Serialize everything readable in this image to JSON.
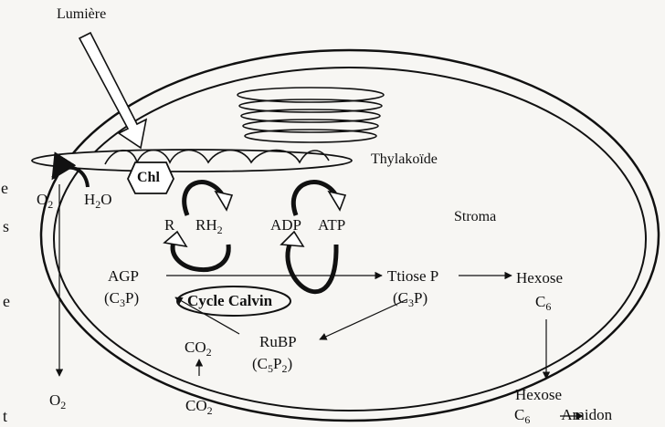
{
  "labels": {
    "lumiere": "Lumière",
    "thylakoide": "Thylakoïde",
    "stroma": "Stroma",
    "chl": "Chl",
    "o2_top": "O",
    "o2_top_sub": "2",
    "h2o_h": "H",
    "h2o_sub": "2",
    "h2o_o": "O",
    "r": "R",
    "rh2": "RH",
    "rh2_sub": "2",
    "adp": "ADP",
    "atp": "ATP",
    "agp": "AGP",
    "agp_c3p": "(C",
    "agp_c3p_sub": "3",
    "agp_c3p_end": "P)",
    "cycle_calvin": "Cycle Calvin",
    "triose": "Ttiose P",
    "triose_c3p": "(C",
    "triose_c3p_sub": "3",
    "triose_c3p_end": "P)",
    "hexose1": "Hexose",
    "c6_1": "C",
    "c6_1_sub": "6",
    "co2_in": "CO",
    "co2_in_sub": "2",
    "rubp": "RuBP",
    "rubp_c5p2": "(C",
    "rubp_c5p2_sub": "5",
    "rubp_c5p2_p": "P",
    "rubp_c5p2_sub2": "2",
    "rubp_c5p2_end": ")",
    "o2_bottom": "O",
    "o2_bottom_sub": "2",
    "co2_out": "CO",
    "co2_out_sub": "2",
    "hexose2": "Hexose",
    "c6_2": "C",
    "c6_2_sub": "6",
    "amidon": "Amidon",
    "edge_e": "e",
    "edge_s": "s",
    "edge_e2": "e",
    "edge_t": "t"
  },
  "colors": {
    "ink": "#111111",
    "paper": "#f7f6f3"
  }
}
